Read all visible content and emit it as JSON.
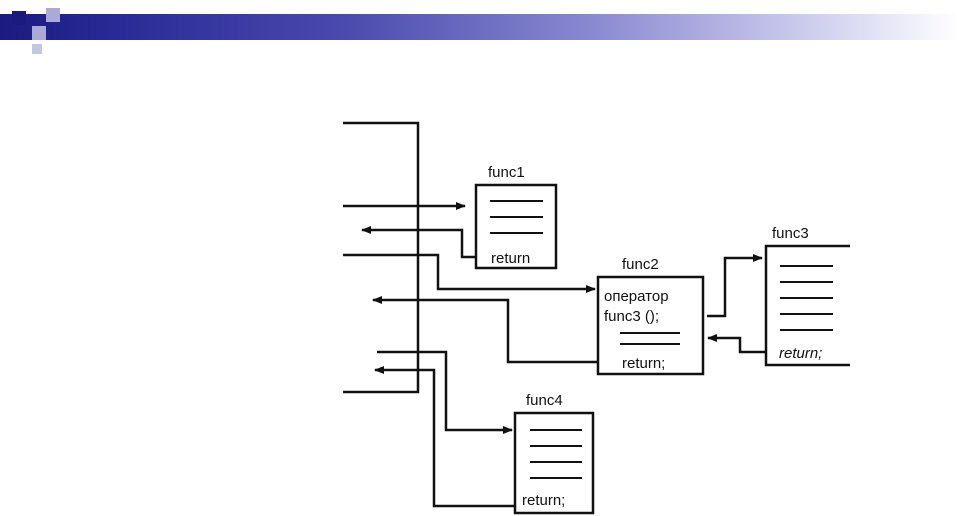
{
  "header": {
    "bar_colors": [
      "#1a1a80",
      "#4848ad",
      "#cfcfef"
    ],
    "decor_square_color": "#1a1a80",
    "decor_square_light": "#a9abd6"
  },
  "diagram": {
    "func1": {
      "label": "func1",
      "return_text": "return"
    },
    "func2": {
      "label": "func2",
      "line1": "оператор",
      "line2": "func3 ();",
      "return_text": "return;"
    },
    "func3": {
      "label": "func3",
      "return_text": "return;"
    },
    "func4": {
      "label": "func4",
      "return_text": "return;"
    }
  }
}
